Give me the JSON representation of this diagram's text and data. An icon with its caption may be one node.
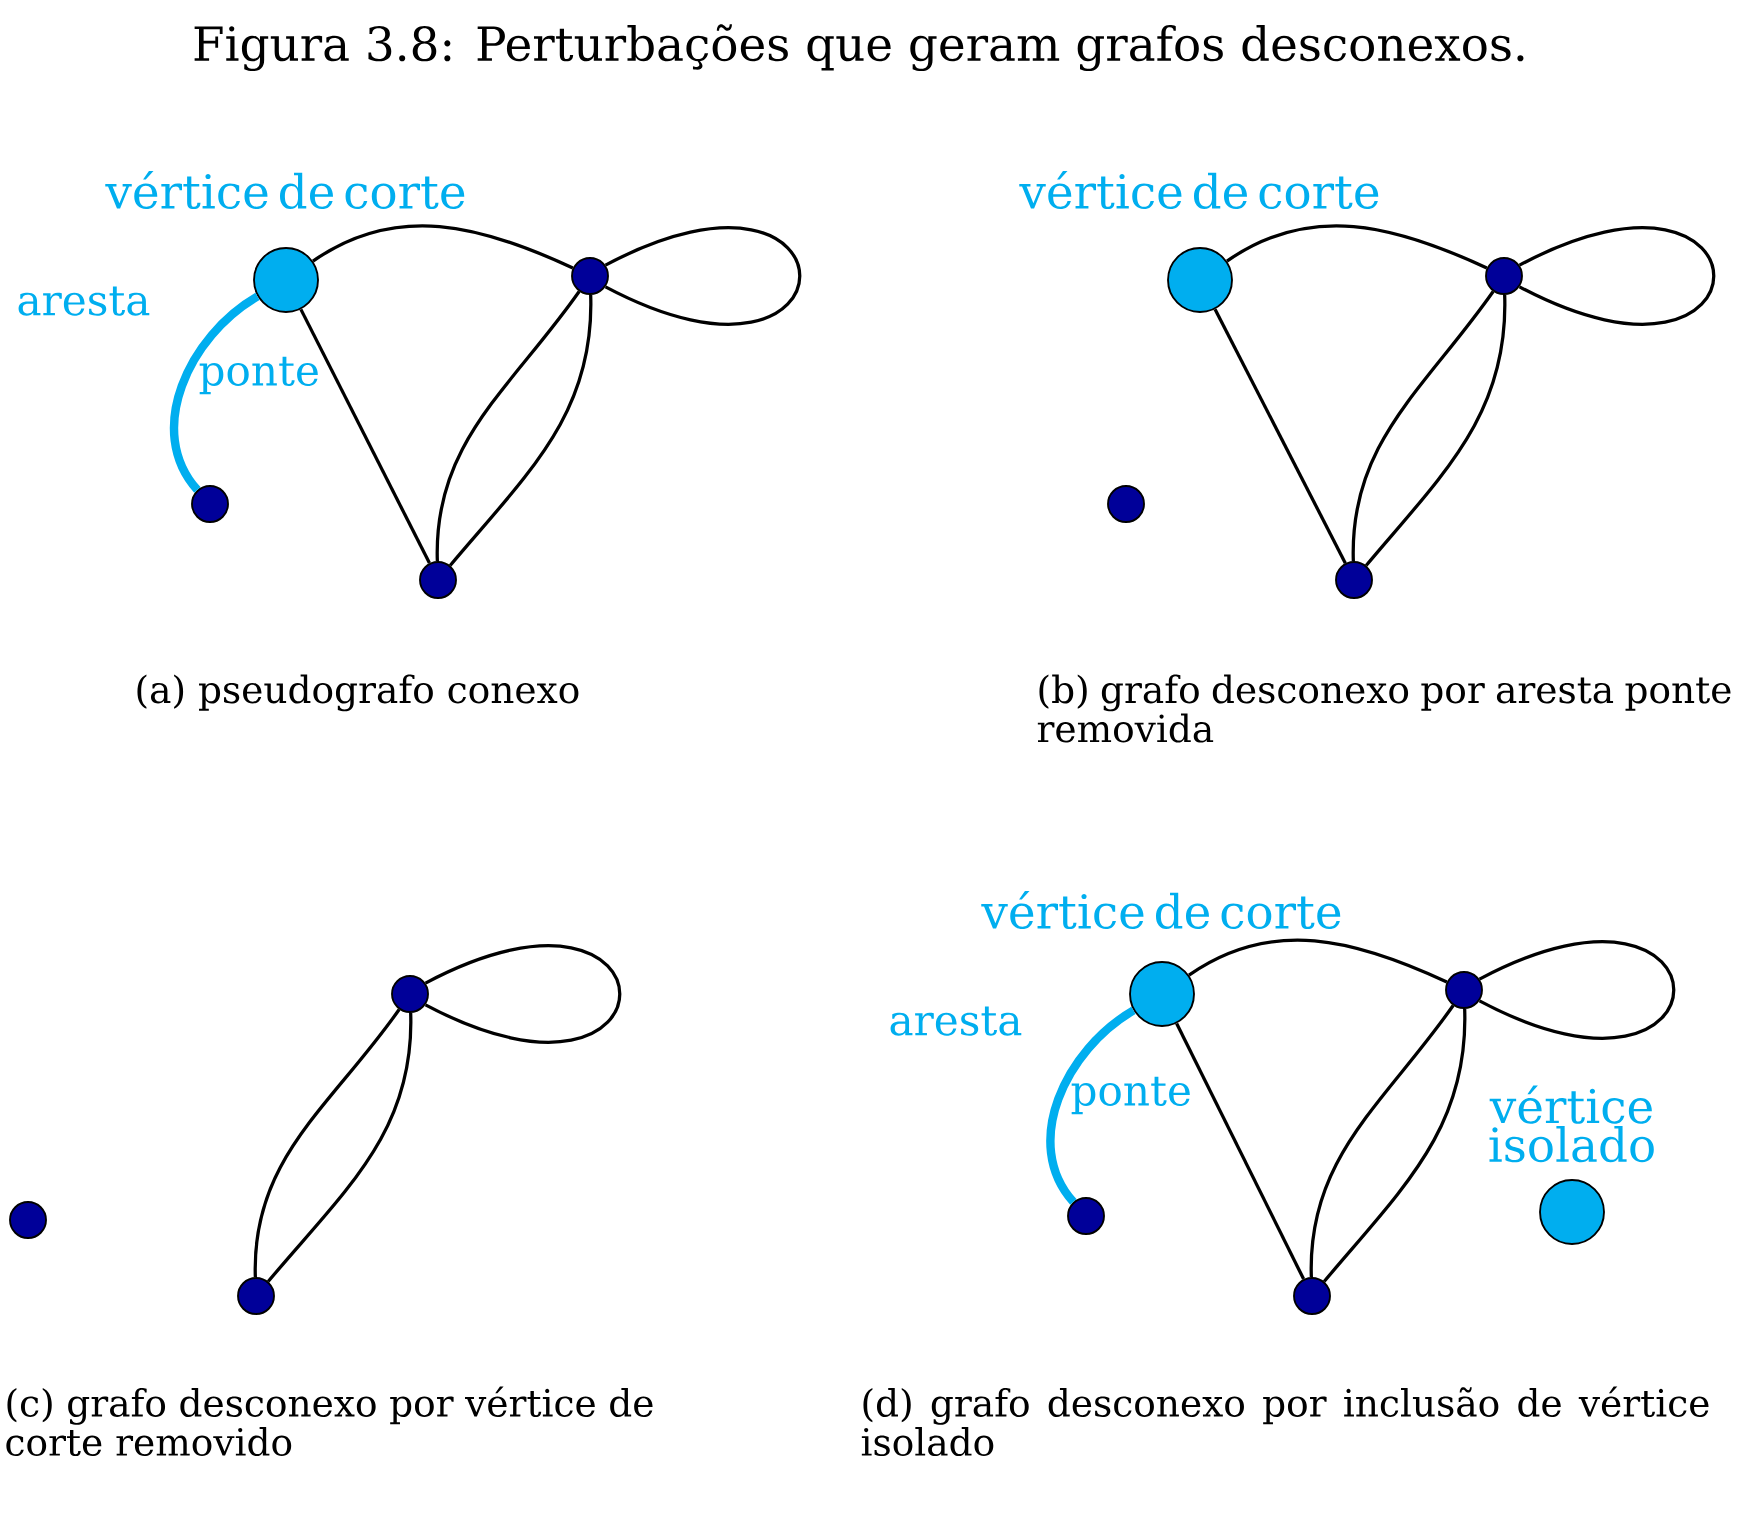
{
  "diagram": {
    "title": "Figura 3.8: Perturbações que geram grafos desconexos.",
    "nodes": [
      {
        "text": [],
        "shape": "circle",
        "beside": [
          "vértice de corte"
        ]
      },
      {
        "text": [],
        "shape": "circle"
      },
      {
        "text": [],
        "shape": "circle"
      },
      {
        "text": [],
        "shape": "circle"
      },
      {
        "text": [],
        "shape": "circle",
        "beside": [
          "vértice de corte"
        ]
      },
      {
        "text": [],
        "shape": "circle"
      },
      {
        "text": [],
        "shape": "circle"
      },
      {
        "text": [],
        "shape": "circle"
      },
      {
        "text": [],
        "shape": "circle"
      },
      {
        "text": [],
        "shape": "circle"
      },
      {
        "text": [],
        "shape": "circle"
      },
      {
        "text": [],
        "shape": "circle",
        "beside": [
          "vértice de corte"
        ]
      },
      {
        "text": [],
        "shape": "circle"
      },
      {
        "text": [],
        "shape": "circle"
      },
      {
        "text": [],
        "shape": "circle"
      },
      {
        "text": [],
        "shape": "circle",
        "beside": [
          "vértice isolado"
        ]
      }
    ],
    "edges": [
      {
        "from": 0,
        "to": 1,
        "arrow": "none"
      },
      {
        "from": 0,
        "to": 2,
        "arrow": "none"
      },
      {
        "from": 1,
        "to": 2,
        "arrow": "none"
      },
      {
        "from": 1,
        "to": 2,
        "arrow": "none"
      },
      {
        "from": 1,
        "to": 1,
        "arrow": "none"
      },
      {
        "from": 3,
        "to": 0,
        "arrow": "none",
        "label": "aresta ponte",
        "style": "thick",
        "color": "#00aeef"
      },
      {
        "from": 4,
        "to": 5,
        "arrow": "none"
      },
      {
        "from": 4,
        "to": 6,
        "arrow": "none"
      },
      {
        "from": 5,
        "to": 6,
        "arrow": "none"
      },
      {
        "from": 5,
        "to": 6,
        "arrow": "none"
      },
      {
        "from": 5,
        "to": 5,
        "arrow": "none"
      },
      {
        "from": 8,
        "to": 9,
        "arrow": "none"
      },
      {
        "from": 8,
        "to": 9,
        "arrow": "none"
      },
      {
        "from": 8,
        "to": 8,
        "arrow": "none"
      },
      {
        "from": 11,
        "to": 12,
        "arrow": "none"
      },
      {
        "from": 11,
        "to": 13,
        "arrow": "none"
      },
      {
        "from": 12,
        "to": 13,
        "arrow": "none"
      },
      {
        "from": 12,
        "to": 13,
        "arrow": "none"
      },
      {
        "from": 12,
        "to": 12,
        "arrow": "none"
      },
      {
        "from": 14,
        "to": 11,
        "arrow": "none",
        "label": "aresta ponte",
        "style": "thick",
        "color": "#00aeef"
      }
    ],
    "labels": [
      "(a) pseudografo conexo",
      "(b) grafo desconexo por aresta ponte removida",
      "(c) grafo desconexo por vértice de corte removido",
      "(d) grafo desconexo por inclusão de vértice isolado"
    ]
  }
}
